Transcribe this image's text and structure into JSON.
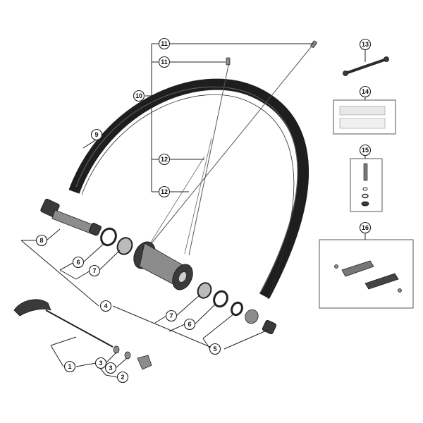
{
  "diagram": {
    "callouts": [
      {
        "id": "c11a",
        "label": "11"
      },
      {
        "id": "c11b",
        "label": "11"
      },
      {
        "id": "c10",
        "label": "10"
      },
      {
        "id": "c9",
        "label": "9"
      },
      {
        "id": "c12a",
        "label": "12"
      },
      {
        "id": "c12b",
        "label": "12"
      },
      {
        "id": "c13",
        "label": "13"
      },
      {
        "id": "c14",
        "label": "14"
      },
      {
        "id": "c15",
        "label": "15"
      },
      {
        "id": "c16",
        "label": "16"
      },
      {
        "id": "c8",
        "label": "8"
      },
      {
        "id": "c6a",
        "label": "6"
      },
      {
        "id": "c7a",
        "label": "7"
      },
      {
        "id": "c4",
        "label": "4"
      },
      {
        "id": "c7b",
        "label": "7"
      },
      {
        "id": "c6b",
        "label": "6"
      },
      {
        "id": "c5",
        "label": "5"
      },
      {
        "id": "c1",
        "label": "1"
      },
      {
        "id": "c3a",
        "label": "3"
      },
      {
        "id": "c3b",
        "label": "3"
      },
      {
        "id": "c2",
        "label": "2"
      }
    ],
    "colors": {
      "line": "#222222",
      "part_dark": "#3a3a3a",
      "part_mid": "#8c8c8c",
      "box_border": "#555555"
    }
  }
}
